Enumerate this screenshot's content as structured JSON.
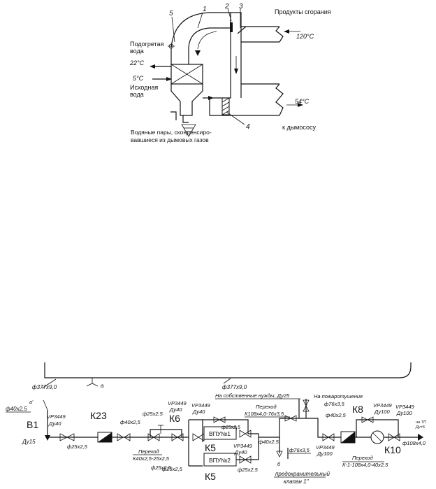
{
  "top_diagram": {
    "numbers": [
      "1",
      "2",
      "3",
      "4",
      "5"
    ],
    "combustion_products": "Продукты сгорания",
    "temp_in": "120°C",
    "temp_out": "54°C",
    "to_exhauster": "к дымососу",
    "heated_water": [
      "Подогретая",
      "вода"
    ],
    "temp_hot": "22°C",
    "temp_cold": "5°C",
    "source_water": [
      "Исходная",
      "вода"
    ],
    "condensate": [
      "Водяные пары, сконденсиро-",
      "вавшиеся   из дымовых газов"
    ]
  },
  "bottom_diagram": {
    "pipe_main": "ф377х9,0",
    "pipe_main_2": "ф377х9,0",
    "label_a": "а",
    "label_a_prime": "а'",
    "pipe_40_left": "ф40х2,5",
    "b1": "В1",
    "dy15": "Ду15",
    "vr_1": [
      "VP3449",
      "Ду40"
    ],
    "pipe_25_a": "ф25х2,5",
    "k23": "К23",
    "pipe_40_b": "ф40х2,5",
    "pipe_25_b": "ф25х2,5",
    "vr_2": [
      "VP3449",
      "Ду40"
    ],
    "k6": "К6",
    "transition_1": [
      "Переход",
      "К40х2,5-25х2,5"
    ],
    "pipe_25_c": "ф25х2,5",
    "pipe_25_d": "ф25х2,5",
    "vr_3": [
      "VP3449",
      "Ду40"
    ],
    "vpu1": "ВПУ№1",
    "pipe_25_e": "ф25х2,5",
    "k5_top": "К5",
    "vpu2": "ВПУ№2",
    "vr_4": [
      "VP3449",
      "Ду40"
    ],
    "k5_bottom": "К5",
    "pipe_25_f": "ф25х2,5",
    "own_needs": "На собственные нужды, Ду25",
    "transition_2": [
      "Переход",
      "К108х4,0-76х3,5"
    ],
    "fire": "На пожаротушение",
    "pipe_76_a": "ф76х3,5",
    "pipe_40_c": "ф40х2,5",
    "pipe_76_b": "ф76х3,5",
    "safety_valve": [
      "предохранительный",
      "клапан 1\""
    ],
    "label_b": "б",
    "pipe_40_d": "ф40х2,5",
    "k8": "К8",
    "vr_5": [
      "VP3449",
      "Ду100"
    ],
    "vr_6": [
      "VP3449",
      "Ду100"
    ],
    "vr_7": [
      "VP3449",
      "Ду100"
    ],
    "transition_3": [
      "Переход",
      "К-1-108х4,0-40х2,5"
    ],
    "k10": "К10",
    "pipe_108": "ф108х4,0",
    "to_ti": [
      "на ТП",
      "Ду=5"
    ]
  }
}
